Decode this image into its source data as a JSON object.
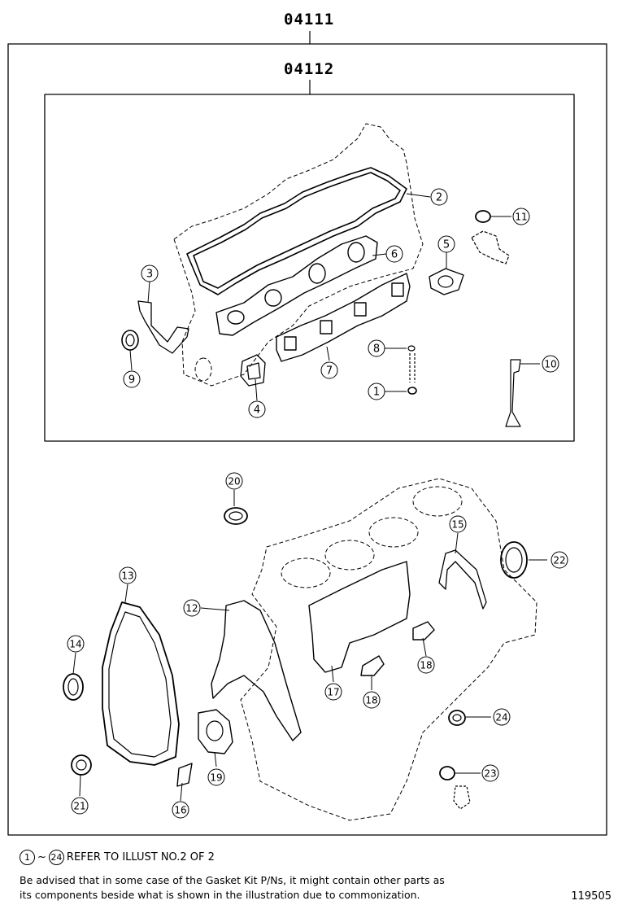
{
  "header": {
    "kit_outer": "04111",
    "kit_inner": "04112"
  },
  "callouts": [
    "1",
    "2",
    "3",
    "4",
    "5",
    "6",
    "7",
    "8",
    "9",
    "10",
    "11",
    "12",
    "13",
    "14",
    "15",
    "16",
    "17",
    "18",
    "18",
    "19",
    "20",
    "21",
    "22",
    "23",
    "24"
  ],
  "footnote": {
    "range_from": "1",
    "range_tilde": "~",
    "range_to": "24",
    "refer_text": "REFER TO ILLUST NO.2 OF 2",
    "advice_line1": "Be advised that in some case of the Gasket Kit P/Ns,  it might contain other parts as",
    "advice_line2": "its components beside what is shown in the illustration due to commonization."
  },
  "illustration_code": "119505"
}
